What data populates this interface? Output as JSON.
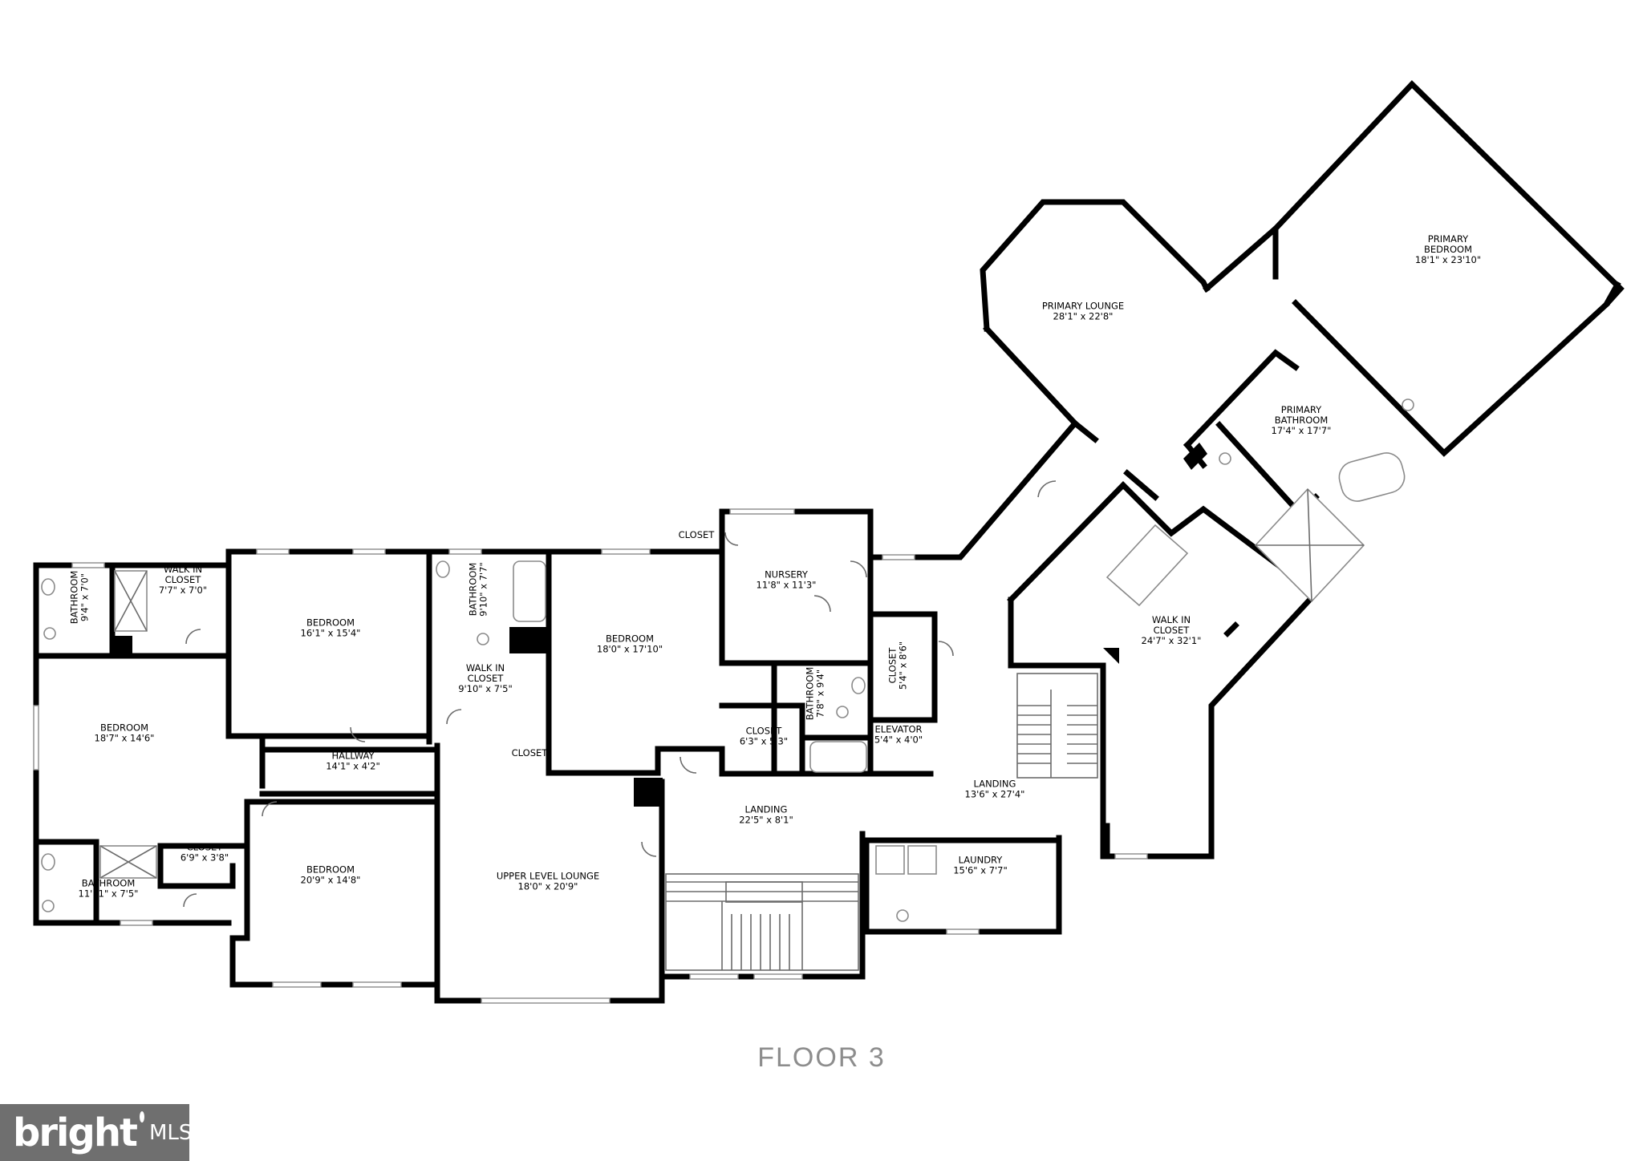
{
  "floor_label": "FLOOR 3",
  "brand": {
    "name": "bright",
    "suffix": "MLS",
    "bg": "#6f6f6f"
  },
  "rooms": [
    {
      "key": "primary-bedroom",
      "name": "PRIMARY\nBEDROOM",
      "dims": "18'1\" x 23'10\""
    },
    {
      "key": "primary-lounge",
      "name": "PRIMARY LOUNGE",
      "dims": "28'1\" x 22'8\""
    },
    {
      "key": "primary-bathroom",
      "name": "PRIMARY\nBATHROOM",
      "dims": "17'4\" x 17'7\""
    },
    {
      "key": "walk-in-closet-primary",
      "name": "WALK IN\nCLOSET",
      "dims": "24'7\" x 32'1\""
    },
    {
      "key": "closet-top",
      "name": "CLOSET",
      "dims": ""
    },
    {
      "key": "nursery",
      "name": "NURSERY",
      "dims": "11'8\" x 11'3\""
    },
    {
      "key": "bedroom-center",
      "name": "BEDROOM",
      "dims": "18'0\" x 17'10\""
    },
    {
      "key": "bathroom-nursery",
      "name": "BATHROOM",
      "dims": "7'8\" x 9'4\""
    },
    {
      "key": "closet-5x8",
      "name": "CLOSET",
      "dims": "5'4\" x 8'6\""
    },
    {
      "key": "closet-6x5",
      "name": "CLOSET",
      "dims": "6'3\" x 5'3\""
    },
    {
      "key": "elevator",
      "name": "ELEVATOR",
      "dims": "5'4\" x 4'0\""
    },
    {
      "key": "landing-right",
      "name": "LANDING",
      "dims": "13'6\" x 27'4\""
    },
    {
      "key": "landing-center",
      "name": "LANDING",
      "dims": "22'5\" x 8'1\""
    },
    {
      "key": "laundry",
      "name": "LAUNDRY",
      "dims": "15'6\" x 7'7\""
    },
    {
      "key": "upper-lounge",
      "name": "UPPER LEVEL LOUNGE",
      "dims": "18'0\" x 20'9\""
    },
    {
      "key": "bedroom-south",
      "name": "BEDROOM",
      "dims": "20'9\" x 14'8\""
    },
    {
      "key": "hallway",
      "name": "HALLWAY",
      "dims": "14'1\" x 4'2\""
    },
    {
      "key": "closet-small",
      "name": "CLOSET",
      "dims": ""
    },
    {
      "key": "walk-in-closet-mid",
      "name": "WALK IN\nCLOSET",
      "dims": "9'10\" x 7'5\""
    },
    {
      "key": "bathroom-mid",
      "name": "BATHROOM",
      "dims": "9'10\" x 7'7\""
    },
    {
      "key": "bedroom-north",
      "name": "BEDROOM",
      "dims": "16'1\" x 15'4\""
    },
    {
      "key": "walk-in-closet-west",
      "name": "WALK IN\nCLOSET",
      "dims": "7'7\" x 7'0\""
    },
    {
      "key": "bathroom-nw",
      "name": "BATHROOM",
      "dims": "9'4\" x 7'0\""
    },
    {
      "key": "bedroom-west",
      "name": "BEDROOM",
      "dims": "18'7\" x 14'6\""
    },
    {
      "key": "closet-sw",
      "name": "CLOSET",
      "dims": "6'9\" x 3'8\""
    },
    {
      "key": "bathroom-sw",
      "name": "BATHROOM",
      "dims": "11'11\" x 7'5\""
    }
  ]
}
